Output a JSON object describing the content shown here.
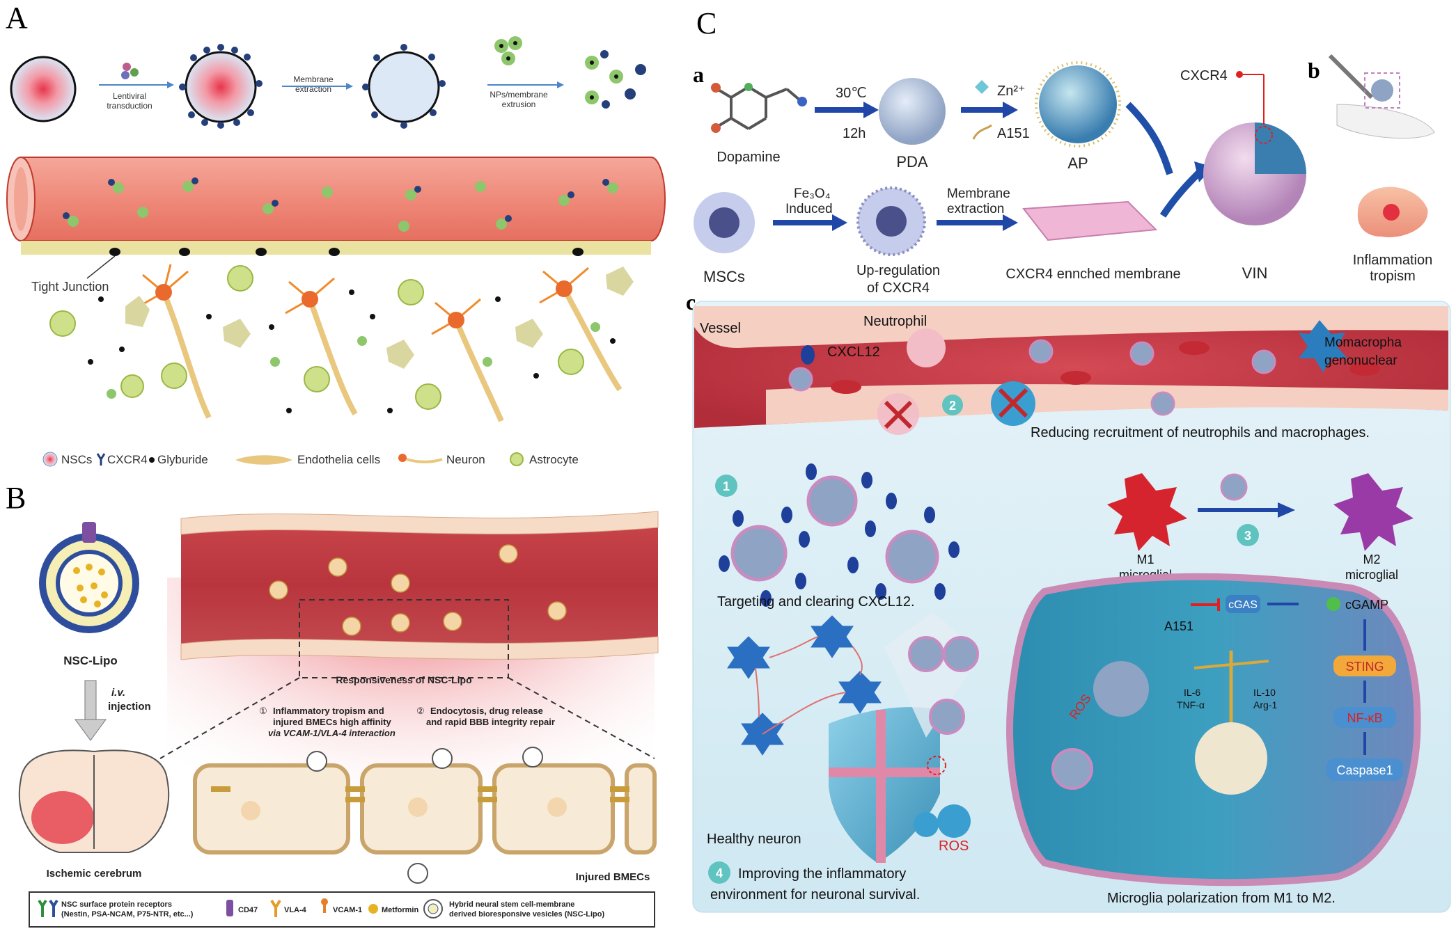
{
  "panelA": {
    "letter": "A",
    "step1": "Lentiviral",
    "step1b": "transduction",
    "step2": "Membrane",
    "step2b": "extraction",
    "step3": "NPs/membrane",
    "step3b": "extrusion",
    "tight_junction": "Tight Junction",
    "legend": {
      "nscs": "NSCs",
      "cxcr4": "CXCR4",
      "glyburide": "Glyburide",
      "endothelia": "Endothelia cells",
      "neuron": "Neuron",
      "astrocyte": "Astrocyte"
    }
  },
  "panelB": {
    "letter": "B",
    "nsc_lipo": "NSC-Lipo",
    "iv": "i.v.",
    "injection": "injection",
    "responsiveness": "Responsiveness of NSC-Lipo",
    "note1_num": "①",
    "note1a": "Inflammatory tropism and",
    "note1b": "injured BMECs high affinity",
    "note1c": "via VCAM-1/VLA-4 interaction",
    "note2_num": "②",
    "note2a": "Endocytosis, drug release",
    "note2b": "and rapid BBB integrity repair",
    "ischemic": "Ischemic cerebrum",
    "injured": "Injured BMECs",
    "legend": {
      "receptors1": "NSC surface protein receptors",
      "receptors2": "(Nestin, PSA-NCAM, P75-NTR, etc...)",
      "cd47": "CD47",
      "vla4": "VLA-4",
      "vcam1": "VCAM-1",
      "metformin": "Metformin",
      "hybrid1": "Hybrid neural stem cell-membrane",
      "hybrid2": "derived bioresponsive vesicles (NSC-Lipo)"
    }
  },
  "panelC": {
    "letter": "C",
    "sub_a": "a",
    "sub_b": "b",
    "sub_c": "c",
    "temp": "30℃",
    "time": "12h",
    "dopamine": "Dopamine",
    "pda": "PDA",
    "zn": "Zn²⁺",
    "a151": "A151",
    "ap": "AP",
    "cxcr4": "CXCR4",
    "fe3o4": "Fe₃O₄",
    "induced": "Induced",
    "membrane": "Membrane",
    "extraction": "extraction",
    "mscs": "MSCs",
    "upreg1": "Up-regulation",
    "upreg2": "of CXCR4",
    "enriched": "CXCR4 ennched membrane",
    "vin": "VIN",
    "inflam1": "Inflammation",
    "inflam2": "tropism",
    "vessel": "Vessel",
    "neutrophil": "Neutrophil",
    "cxcl12": "CXCL12",
    "macro1": "Momacropha",
    "macro2": "genonuclear",
    "num1": "1",
    "num2": "2",
    "num3": "3",
    "num4": "4",
    "reducing": "Reducing recruitment of neutrophils  and  macrophages.",
    "targeting": "Targeting and clearing CXCL12.",
    "m1a": "M1",
    "m1b": "microglial",
    "m2a": "M2",
    "m2b": "microglial",
    "a151b": "A151",
    "cgas": "cGAS",
    "cgamp": "cGAMP",
    "sting": "STING",
    "nfkb": "NF-κB",
    "caspase": "Caspase1",
    "il6": "IL-6",
    "tnfa": "TNF-α",
    "il10": "IL-10",
    "arg1": "Arg-1",
    "ros": "ROS",
    "ros2": "ROS",
    "healthy": "Healthy neuron",
    "improve1": "Improving the inflammatory",
    "improve2": "environment for neuronal  survival.",
    "polarization": "Microglia polarization from M1 to M2."
  }
}
